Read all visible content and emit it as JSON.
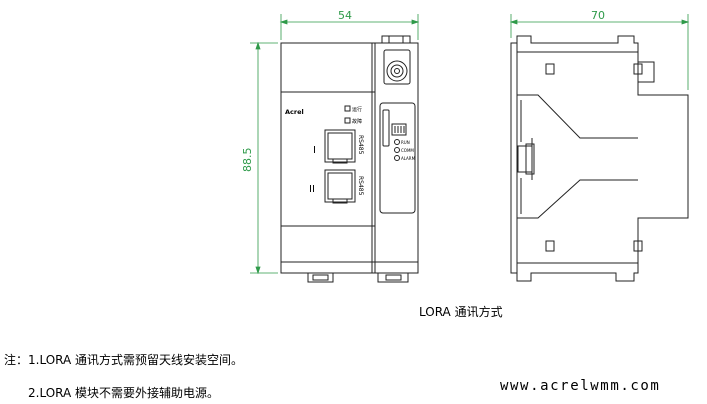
{
  "dimensions": {
    "width_front": "54",
    "width_side": "70",
    "height": "88.5"
  },
  "device_labels": {
    "brand": "Acrel",
    "indicator_run_cn": "运行",
    "indicator_fault_cn": "故障",
    "port1_roman": "I",
    "port2_roman": "II",
    "port1_label": "RS485",
    "port2_label": "RS485",
    "led_run": "RUN",
    "led_comm": "COMM",
    "led_alarm": "ALARM"
  },
  "caption": "LORA 通讯方式",
  "notes": {
    "line1": "注：1.LORA 通讯方式需预留天线安装空间。",
    "line2": "2.LORA 模块不需要外接辅助电源。"
  },
  "website": "www.acrelwmm.com",
  "colors": {
    "dimension": "#2e9a49",
    "outline": "#222222"
  }
}
